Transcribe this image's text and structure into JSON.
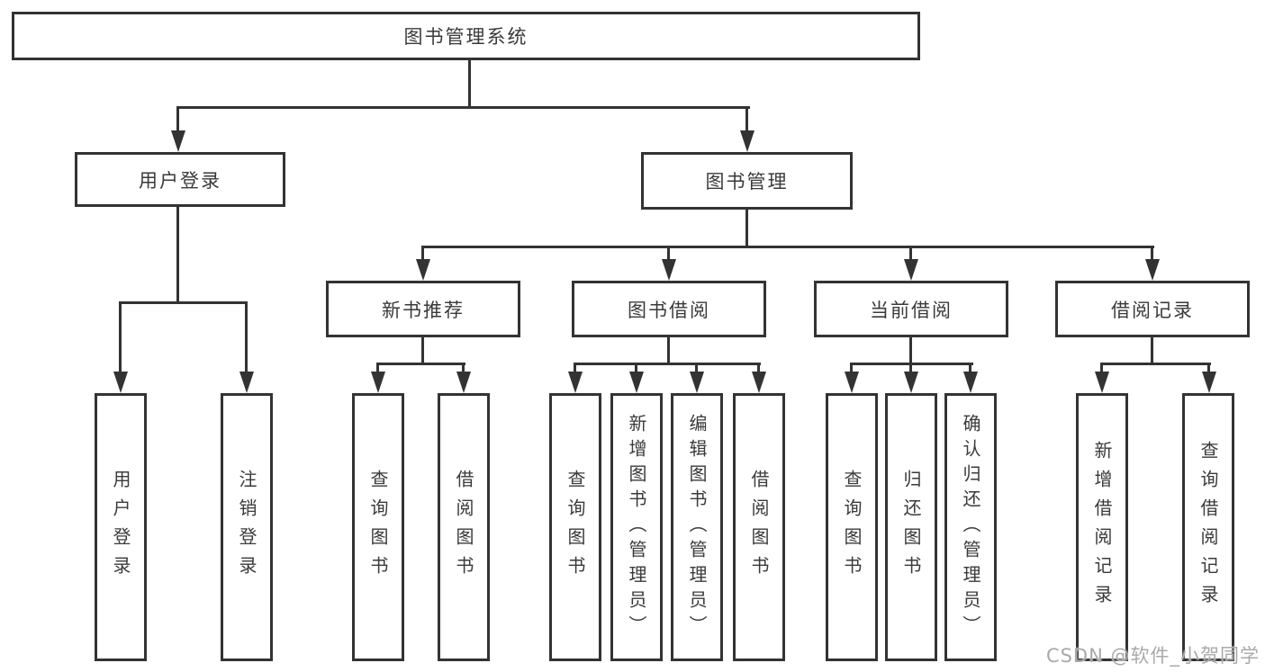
{
  "root": {
    "label": "图书管理系统"
  },
  "branches": [
    {
      "label": "用户登录"
    },
    {
      "label": "图书管理"
    }
  ],
  "modules": [
    {
      "label": "新书推荐"
    },
    {
      "label": "图书借阅"
    },
    {
      "label": "当前借阅"
    },
    {
      "label": "借阅记录"
    }
  ],
  "leaves": [
    {
      "label": "用户登录"
    },
    {
      "label": "注销登录"
    },
    {
      "label": "查询图书"
    },
    {
      "label": "借阅图书"
    },
    {
      "label": "查询图书"
    },
    {
      "label": "新增图书（管理员）"
    },
    {
      "label": "编辑图书（管理员）"
    },
    {
      "label": "借阅图书"
    },
    {
      "label": "查询图书"
    },
    {
      "label": "归还图书"
    },
    {
      "label": "确认归还（管理员）"
    },
    {
      "label": "新增借阅记录"
    },
    {
      "label": "查询借阅记录"
    }
  ],
  "watermark": {
    "text": "CSDN @软件_小贺同学"
  },
  "colors": {
    "line": "#333333",
    "text": "#3a3a3a",
    "watermark": "#a9a9a9",
    "background": "#ffffff"
  }
}
